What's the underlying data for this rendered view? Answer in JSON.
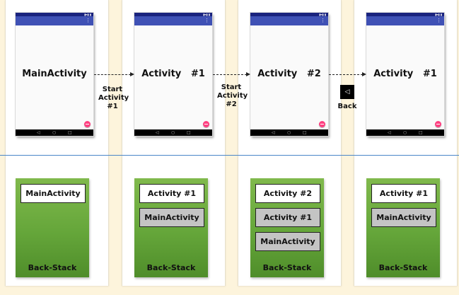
{
  "phones": [
    {
      "title": "MainActivity"
    },
    {
      "title": "Activity   #1"
    },
    {
      "title": "Activity   #2"
    },
    {
      "title": "Activity   #1"
    }
  ],
  "transitions": [
    {
      "label_lines": [
        "Start",
        "Activity",
        "#1"
      ]
    },
    {
      "label_lines": [
        "Start",
        "Activity",
        "#2"
      ]
    },
    {
      "label_lines": [
        "Back"
      ],
      "icon": "back-triangle-icon",
      "icon_glyph": "◁"
    }
  ],
  "stacks": [
    {
      "label": "Back-Stack",
      "items": [
        "MainActivity"
      ]
    },
    {
      "label": "Back-Stack",
      "items": [
        "Activity #1",
        "MainActivity"
      ]
    },
    {
      "label": "Back-Stack",
      "items": [
        "Activity #2",
        "Activity #1",
        "MainActivity"
      ]
    },
    {
      "label": "Back-Stack",
      "items": [
        "Activity #1",
        "MainActivity"
      ]
    }
  ],
  "device": {
    "status_icons": "▮▾▮ ▮",
    "overflow_icon": "⋮",
    "nav_back": "◁",
    "nav_home": "○",
    "nav_recents": "□"
  },
  "colors": {
    "status_bar": "#1a237e",
    "app_bar": "#3f51b5",
    "fab": "#ff4081",
    "stack_green": "#6aab3f",
    "divider": "#4a86c8"
  }
}
